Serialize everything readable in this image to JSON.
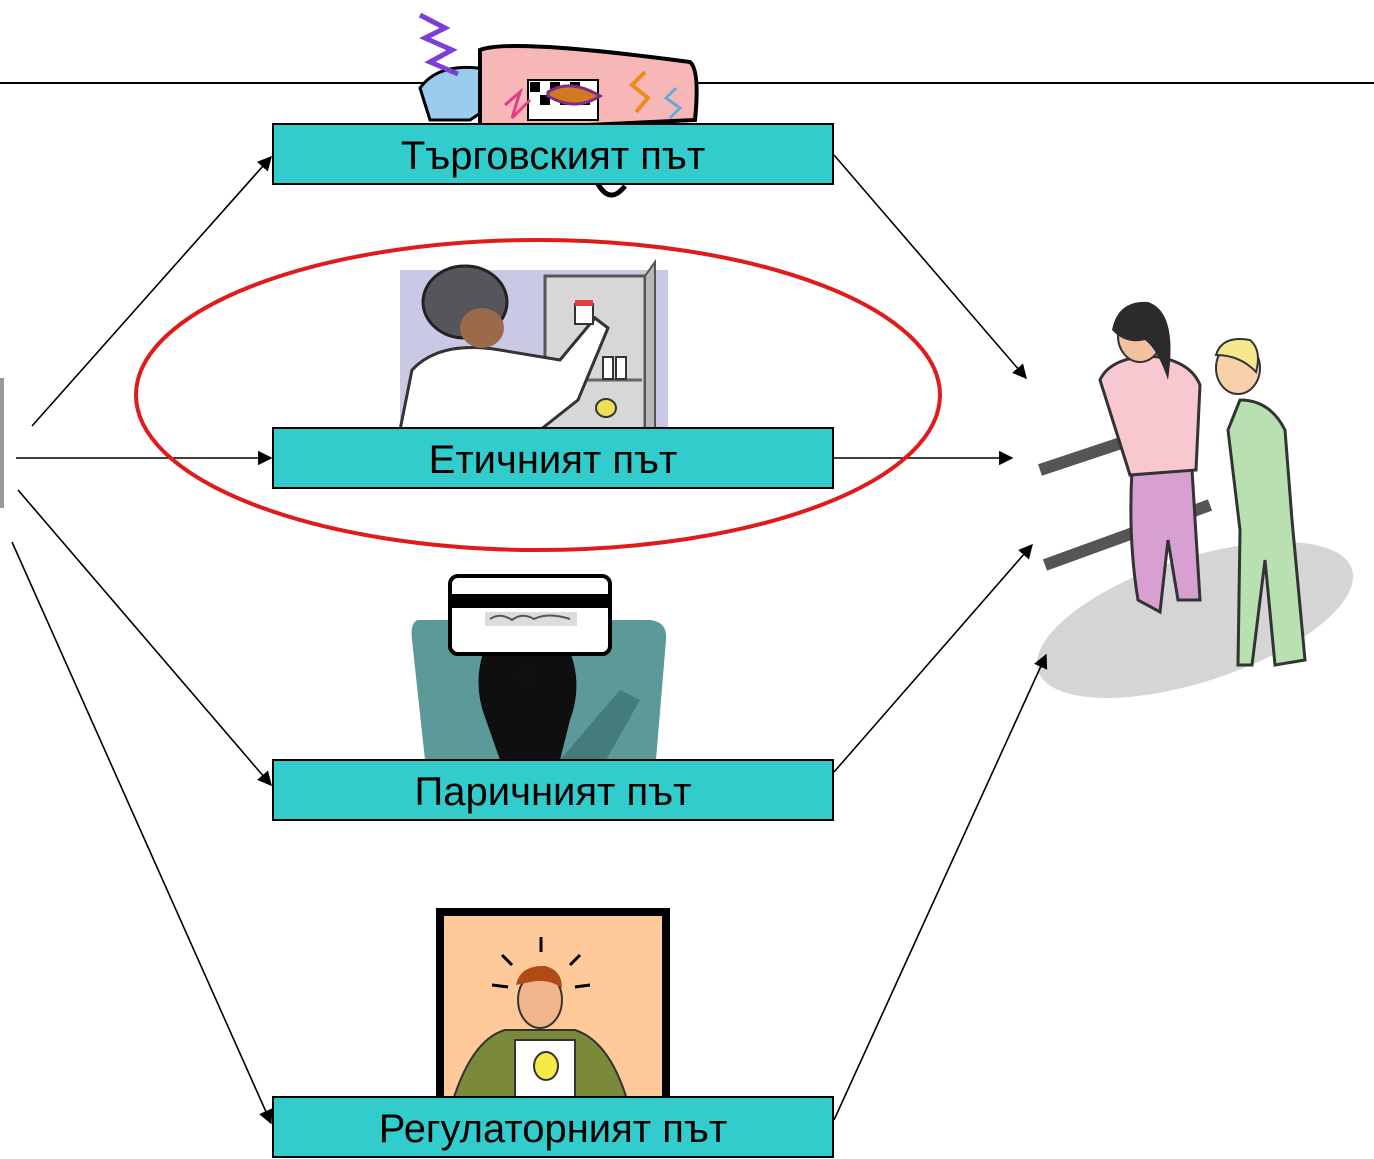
{
  "paths": [
    {
      "label": "Търговският път"
    },
    {
      "label": "Етичният път"
    },
    {
      "label": "Паричният път"
    },
    {
      "label": "Регулаторният път"
    }
  ],
  "colors": {
    "box_fill": "#33CCCC",
    "highlight_ellipse": "#E01B1B",
    "line": "#000000"
  },
  "icons": {
    "commercial": "shopping-bag-clipart-icon",
    "ethical": "pharmacist-at-cabinet-clipart-icon",
    "monetary": "credit-card-holder-clipart-icon",
    "regulatory": "idea-businessman-clipart-icon",
    "patient": "patient-rehabilitation-clipart-icon"
  }
}
